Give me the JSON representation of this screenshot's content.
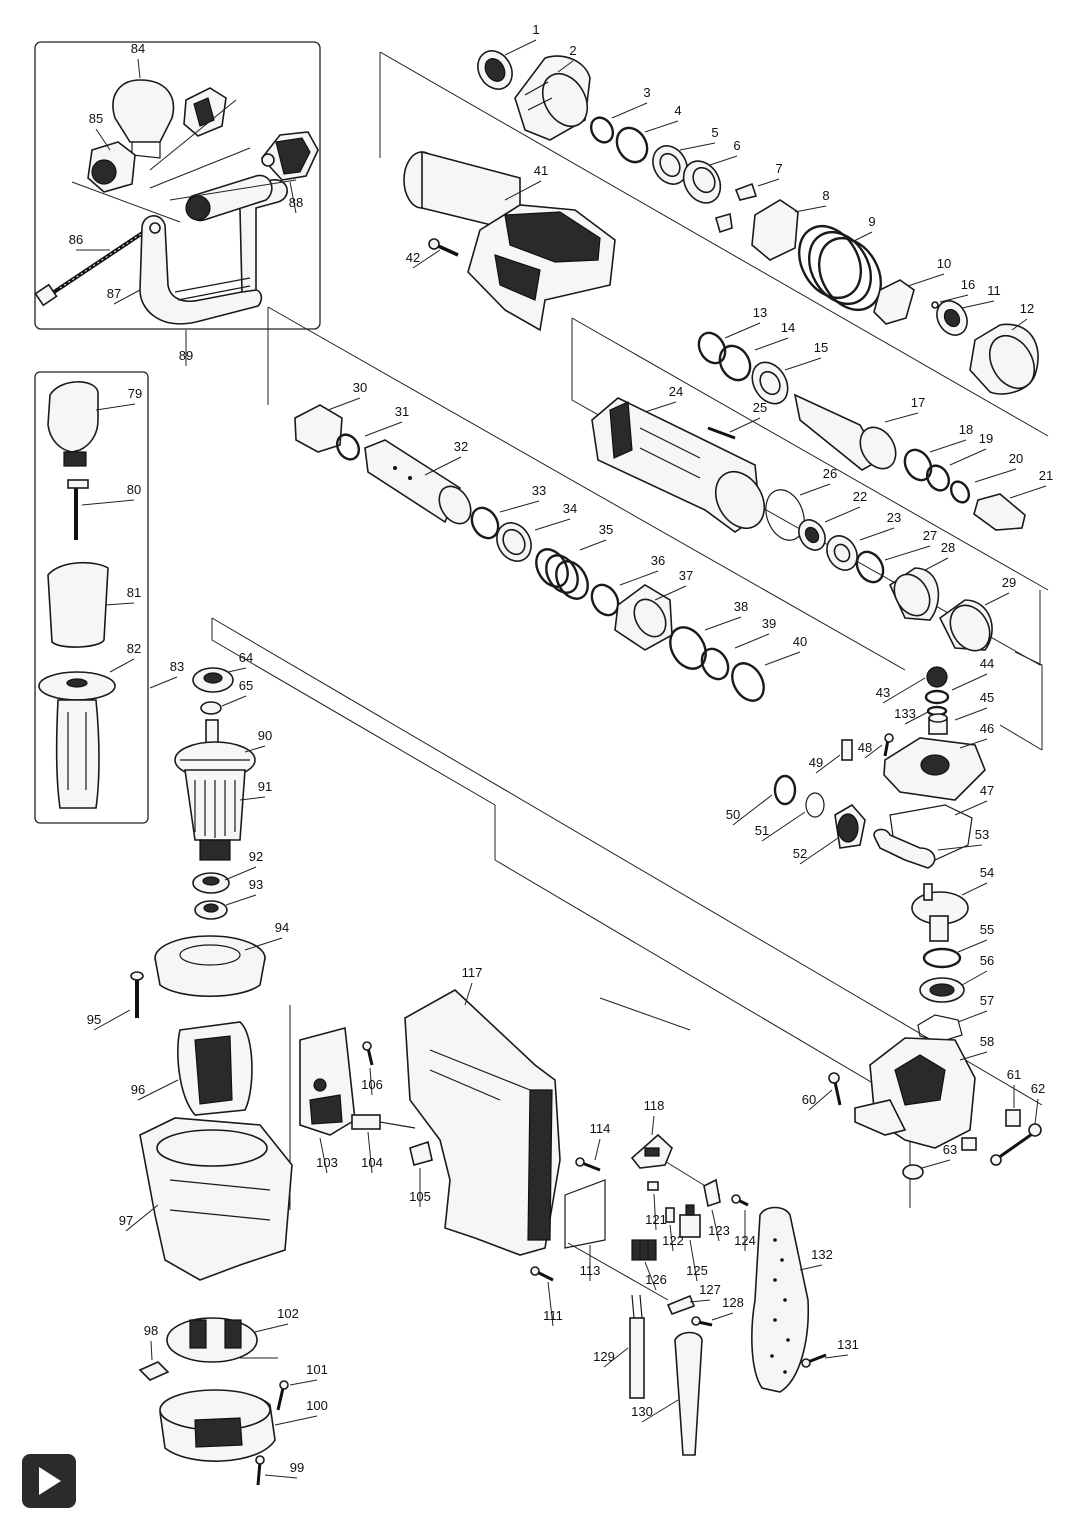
{
  "diagram": {
    "parts": [
      "1",
      "2",
      "3",
      "4",
      "5",
      "6",
      "7",
      "8",
      "9",
      "10",
      "11",
      "12",
      "13",
      "14",
      "15",
      "16",
      "17",
      "18",
      "19",
      "20",
      "21",
      "22",
      "23",
      "24",
      "25",
      "26",
      "27",
      "28",
      "29",
      "30",
      "31",
      "32",
      "33",
      "34",
      "35",
      "36",
      "37",
      "38",
      "39",
      "40",
      "41",
      "42",
      "43",
      "44",
      "45",
      "46",
      "47",
      "48",
      "49",
      "50",
      "51",
      "52",
      "53",
      "54",
      "55",
      "56",
      "57",
      "58",
      "60",
      "61",
      "62",
      "63",
      "64",
      "65",
      "79",
      "80",
      "81",
      "82",
      "83",
      "84",
      "85",
      "86",
      "87",
      "88",
      "89",
      "90",
      "91",
      "92",
      "93",
      "94",
      "95",
      "96",
      "97",
      "98",
      "99",
      "100",
      "101",
      "102",
      "103",
      "104",
      "105",
      "106",
      "111",
      "113",
      "114",
      "117",
      "118",
      "121",
      "122",
      "123",
      "124",
      "125",
      "126",
      "127",
      "128",
      "129",
      "130",
      "131",
      "132",
      "133"
    ]
  },
  "controls": {
    "play_icon": "play-icon"
  }
}
